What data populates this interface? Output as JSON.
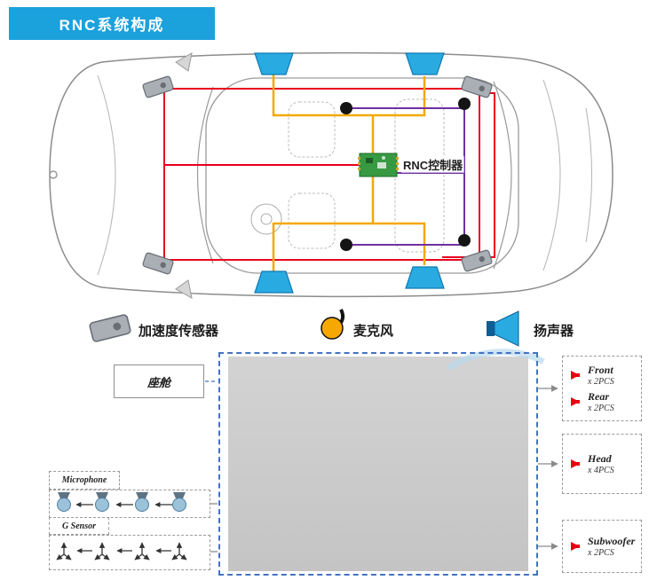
{
  "header": {
    "title": "RNC系统构成"
  },
  "car": {
    "controller_label": "RNC控制器"
  },
  "legend": {
    "accelerometer_label": "加速度传感器",
    "microphone_label": "麦克风",
    "speaker_label": "扬声器"
  },
  "diagram": {
    "cabin_label": "座舱",
    "microphone_label": "Microphone",
    "gsensor_label": "G Sensor",
    "outputs": [
      {
        "items": [
          {
            "name": "Front",
            "qty": "x 2PCS"
          },
          {
            "name": "Rear",
            "qty": "x 2PCS"
          }
        ]
      },
      {
        "items": [
          {
            "name": "Head",
            "qty": "x 4PCS"
          }
        ]
      },
      {
        "items": [
          {
            "name": "Subwoofer",
            "qty": "x 2PCS"
          }
        ]
      }
    ]
  },
  "colors": {
    "banner_blue": "#1ba1dc",
    "speaker_blue": "#29abe2",
    "wire_red": "#e8001e",
    "wire_yellow": "#f2a900",
    "wire_purple": "#7030a0",
    "pcb_green": "#379a43",
    "output_speaker_red": "#e60012",
    "frame_blue": "#4472c4"
  }
}
